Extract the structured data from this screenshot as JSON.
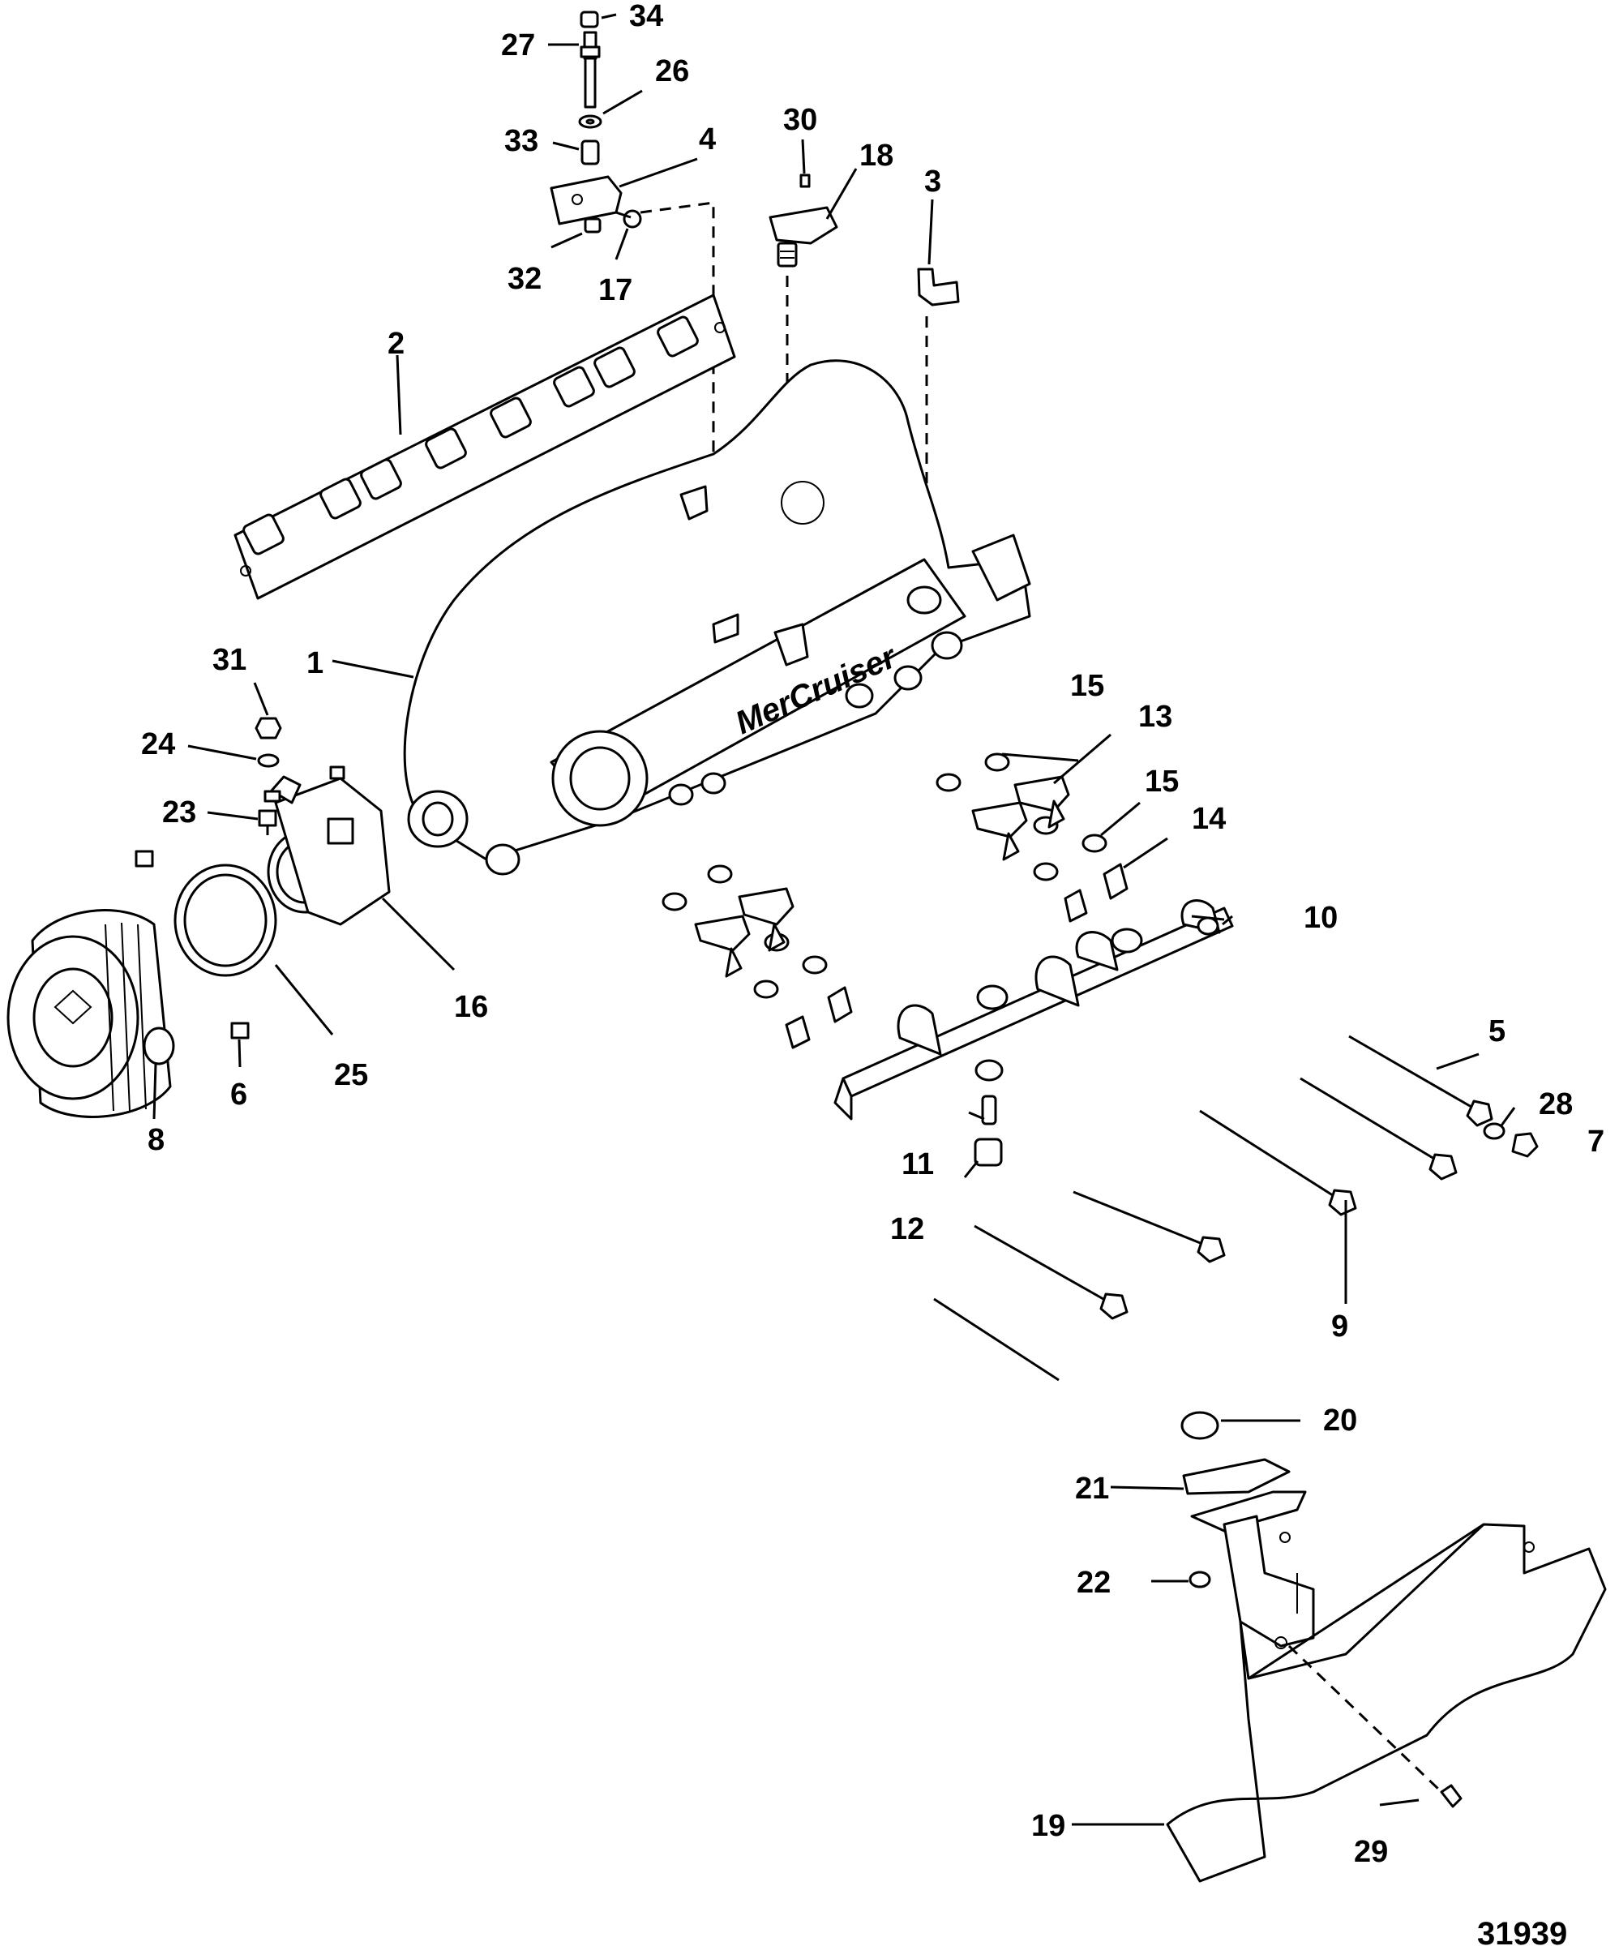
{
  "figure_number": "31939",
  "manifold_logo_text": "MerCruiser",
  "callouts": [
    {
      "id": "c1",
      "text": "1"
    },
    {
      "id": "c2",
      "text": "2"
    },
    {
      "id": "c3",
      "text": "3"
    },
    {
      "id": "c4",
      "text": "4"
    },
    {
      "id": "c5",
      "text": "5"
    },
    {
      "id": "c6",
      "text": "6"
    },
    {
      "id": "c7",
      "text": "7"
    },
    {
      "id": "c8",
      "text": "8"
    },
    {
      "id": "c9",
      "text": "9"
    },
    {
      "id": "c10",
      "text": "10"
    },
    {
      "id": "c11",
      "text": "11"
    },
    {
      "id": "c12",
      "text": "12"
    },
    {
      "id": "c13",
      "text": "13"
    },
    {
      "id": "c14",
      "text": "14"
    },
    {
      "id": "c15a",
      "text": "15"
    },
    {
      "id": "c15b",
      "text": "15"
    },
    {
      "id": "c16",
      "text": "16"
    },
    {
      "id": "c17",
      "text": "17"
    },
    {
      "id": "c18",
      "text": "18"
    },
    {
      "id": "c19",
      "text": "19"
    },
    {
      "id": "c20",
      "text": "20"
    },
    {
      "id": "c21",
      "text": "21"
    },
    {
      "id": "c22",
      "text": "22"
    },
    {
      "id": "c23",
      "text": "23"
    },
    {
      "id": "c24",
      "text": "24"
    },
    {
      "id": "c25",
      "text": "25"
    },
    {
      "id": "c26",
      "text": "26"
    },
    {
      "id": "c27",
      "text": "27"
    },
    {
      "id": "c28",
      "text": "28"
    },
    {
      "id": "c29",
      "text": "29"
    },
    {
      "id": "c30",
      "text": "30"
    },
    {
      "id": "c31",
      "text": "31"
    },
    {
      "id": "c32",
      "text": "32"
    },
    {
      "id": "c33",
      "text": "33"
    },
    {
      "id": "c34",
      "text": "34"
    }
  ]
}
